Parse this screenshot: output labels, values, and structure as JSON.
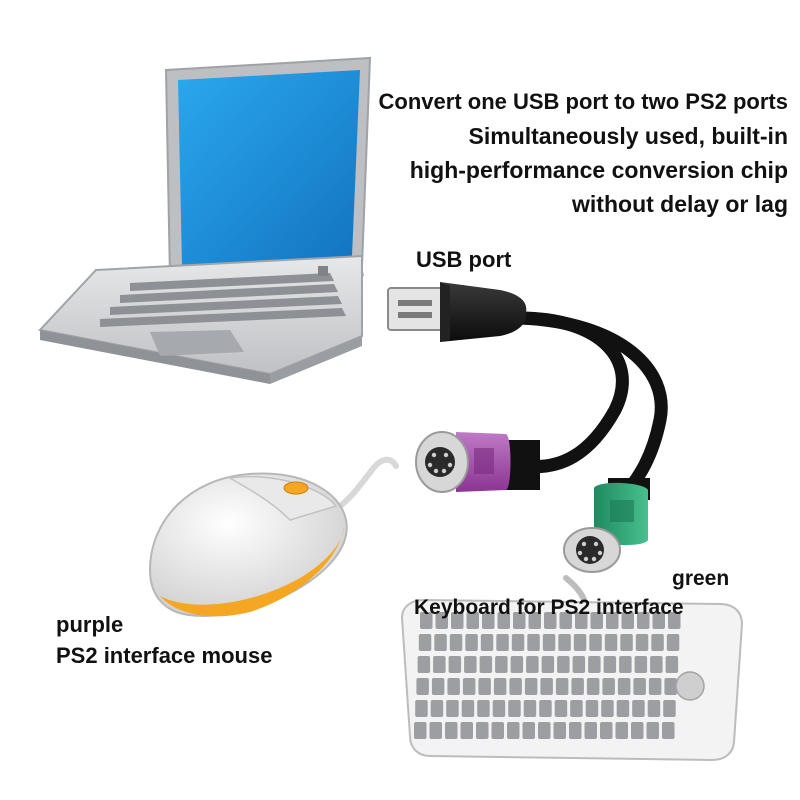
{
  "headline": {
    "line1": "Convert one USB port to two PS2 ports",
    "line2": "Simultaneously used, built-in",
    "line3": "high-performance conversion chip",
    "line4": "without delay or lag"
  },
  "labels": {
    "usb_port": "USB port",
    "green": "green",
    "keyboard": "Keyboard for PS2 interface",
    "purple": "purple",
    "mouse": "PS2 interface mouse"
  },
  "colors": {
    "purple_connector": "#a14aa8",
    "green_connector": "#239a6c",
    "laptop_screen": "#1f9be0",
    "mouse_accent": "#f5a623"
  },
  "icons": [
    "laptop-icon",
    "usb-plug-icon",
    "ps2-connector-icon",
    "mouse-icon",
    "keyboard-icon"
  ]
}
